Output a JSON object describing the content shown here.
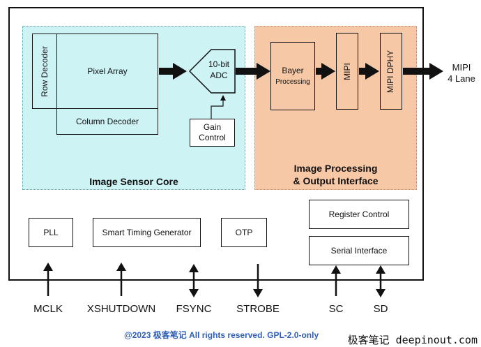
{
  "blocks": {
    "row_decoder": "Row Decoder",
    "pixel_array": "Pixel Array",
    "column_decoder": "Column Decoder",
    "adc_line1": "10-bit",
    "adc_line2": "ADC",
    "gain_line1": "Gain",
    "gain_line2": "Control",
    "bayer_line1": "Bayer",
    "bayer_line2": "Processing",
    "mipi": "MIPI",
    "mipi_dphy": "MIPI DPHY",
    "pll": "PLL",
    "smart_timing": "Smart Timing Generator",
    "otp": "OTP",
    "register_control": "Register Control",
    "serial_interface": "Serial Interface"
  },
  "regions": {
    "core_title": "Image Sensor Core",
    "proc_title_line1": "Image Processing",
    "proc_title_line2": "& Output Interface"
  },
  "output": {
    "line1": "MIPI",
    "line2": "4 Lane"
  },
  "signals": [
    "MCLK",
    "XSHUTDOWN",
    "FSYNC",
    "STROBE",
    "SC",
    "SD"
  ],
  "footer": {
    "copyright": "@2023 极客笔记 All rights reserved. GPL-2.0-only",
    "brand": "极客笔记 deepinout.com"
  },
  "colors": {
    "core_fill": "#cdf3f5",
    "proc_fill": "#f7c8a6",
    "footer_text": "#2f5fb7"
  }
}
